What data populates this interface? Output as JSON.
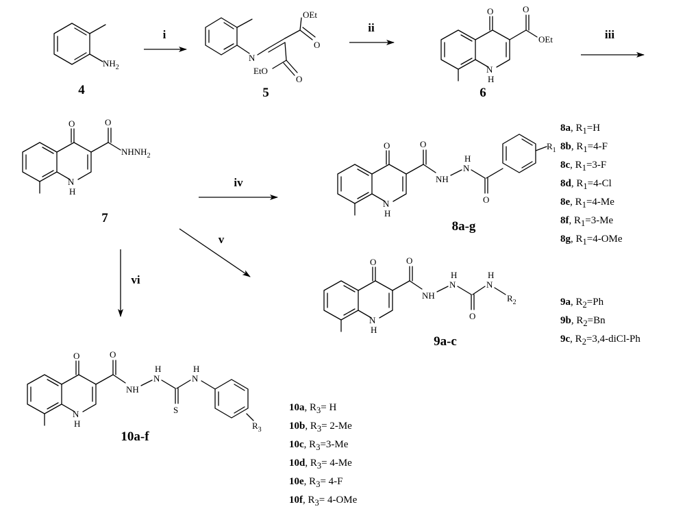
{
  "atoms": {
    "O": "O",
    "N": "N",
    "S": "S",
    "NH": "NH",
    "H": "H",
    "NH2": "NH",
    "two": "2",
    "OEt": "OEt",
    "EtO": "EtO",
    "NHNH2": "NHNH",
    "R1": "R",
    "R1sub": "1",
    "R2": "R",
    "R2sub": "2",
    "R3": "R",
    "R3sub": "3"
  },
  "compounds": {
    "c4": "4",
    "c5": "5",
    "c6": "6",
    "c7": "7",
    "c8": "8a-g",
    "c9": "9a-c",
    "c10": "10a-f"
  },
  "steps": {
    "i": "i",
    "ii": "ii",
    "iii": "iii",
    "iv": "iv",
    "v": "v",
    "vi": "vi"
  },
  "legend8": [
    {
      "id": "8a",
      "pre": "R",
      "sub": "1",
      "val": "=H"
    },
    {
      "id": "8b",
      "pre": "R",
      "sub": "1",
      "val": "=4-F"
    },
    {
      "id": "8c",
      "pre": "R",
      "sub": "1",
      "val": "=3-F"
    },
    {
      "id": "8d",
      "pre": "R",
      "sub": "1",
      "val": "=4-Cl"
    },
    {
      "id": "8e",
      "pre": "R",
      "sub": "1",
      "val": "=4-Me"
    },
    {
      "id": "8f",
      "pre": "R",
      "sub": "1",
      "val": "=3-Me"
    },
    {
      "id": "8g",
      "pre": "R",
      "sub": "1",
      "val": "=4-OMe"
    }
  ],
  "legend9": [
    {
      "id": "9a",
      "pre": "R",
      "sub": "2",
      "val": "=Ph"
    },
    {
      "id": "9b",
      "pre": "R",
      "sub": "2",
      "val": "=Bn"
    },
    {
      "id": "9c",
      "pre": "R",
      "sub": "2",
      "val": "=3,4-diCl-Ph"
    }
  ],
  "legend10": [
    {
      "id": "10a",
      "pre": "R",
      "sub": "3",
      "val": "= H"
    },
    {
      "id": "10b",
      "pre": "R",
      "sub": "3",
      "val": "= 2-Me"
    },
    {
      "id": "10c",
      "pre": "R",
      "sub": "3",
      "val": "=3-Me"
    },
    {
      "id": "10d",
      "pre": "R",
      "sub": "3",
      "val": "= 4-Me"
    },
    {
      "id": "10e",
      "pre": "R",
      "sub": "3",
      "val": "= 4-F"
    },
    {
      "id": "10f",
      "pre": "R",
      "sub": "3",
      "val": "= 4-OMe"
    }
  ]
}
